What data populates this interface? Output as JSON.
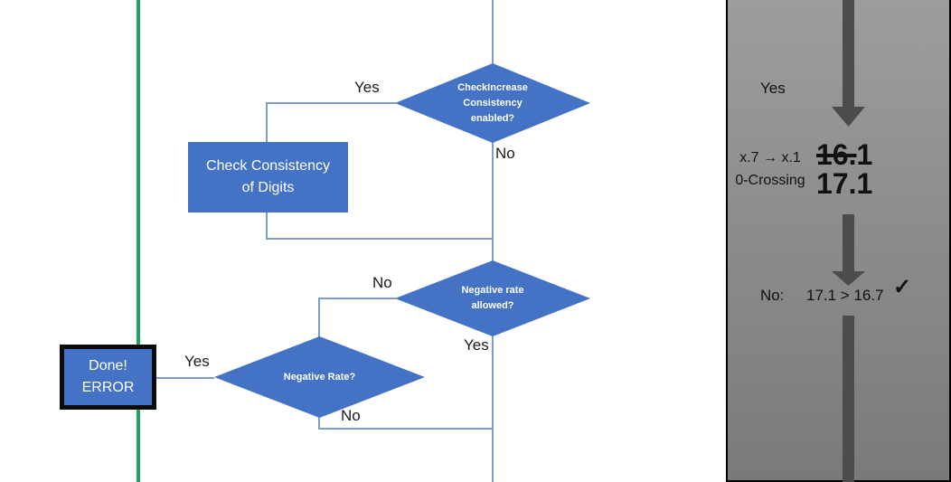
{
  "colors": {
    "node_fill": "#4472C4",
    "node_text": "#FFFFFF",
    "connector_line": "#7D9CCA",
    "green_line": "#1CA65C",
    "panel_gradient_top": "#9D9D9D",
    "panel_gradient_bottom": "#7A7A7A",
    "panel_arrow": "#4C4C4C",
    "label_text": "#1A1A1A"
  },
  "flowchart": {
    "nodes": {
      "check_increase": {
        "label": "CheckIncrease\nConsistency\nenabled?"
      },
      "check_consistency": {
        "label": "Check Consistency\nof Digits"
      },
      "negative_rate_allowed": {
        "label": "Negative rate\nallowed?"
      },
      "negative_rate": {
        "label": "Negative Rate?"
      },
      "done_error": {
        "label": "Done!\nERROR"
      }
    },
    "edge_labels": {
      "top_yes": "Yes",
      "top_no": "No",
      "allowed_no": "No",
      "allowed_yes": "Yes",
      "rate_yes": "Yes",
      "rate_no": "No"
    }
  },
  "side_panel": {
    "yes_label": "Yes",
    "mapping": "x.7 → x.1\n0-Crossing",
    "old_value_struck": "16.",
    "old_value_tail": "1",
    "new_value": "17.1",
    "no_label": "No:",
    "comparison": "17.1 > 16.7",
    "checkmark": "✓"
  }
}
